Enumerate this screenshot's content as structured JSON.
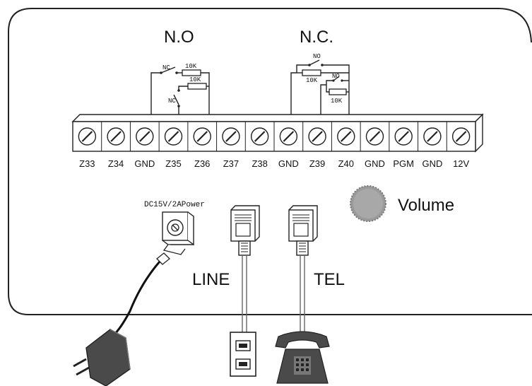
{
  "groups": {
    "no_label": "N.O",
    "nc_label": "N.C."
  },
  "no_circuit": {
    "switch1": "NC",
    "res1": "10K",
    "res2": "10K",
    "switch2": "NC"
  },
  "nc_circuit": {
    "switch1": "NO",
    "res1": "10K",
    "switch2": "NO",
    "res2": "10K"
  },
  "terminals": [
    "Z33",
    "Z34",
    "GND",
    "Z35",
    "Z36",
    "Z37",
    "Z38",
    "GND",
    "Z39",
    "Z40",
    "GND",
    "PGM",
    "GND",
    "12V"
  ],
  "power": {
    "label": "DC15V/2APower"
  },
  "volume": {
    "label": "Volume"
  },
  "ports": {
    "line": "LINE",
    "tel": "TEL"
  },
  "colors": {
    "outline": "#222222",
    "volume_knob": "#9a9a9a",
    "phone": "#4a4a4a",
    "terminal_fill": "#ffffff"
  }
}
